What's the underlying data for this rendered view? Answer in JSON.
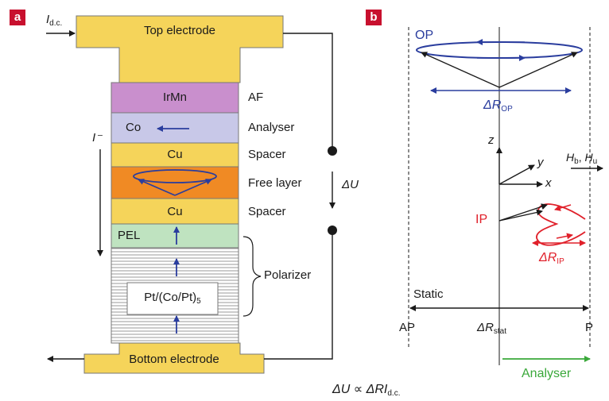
{
  "panel_a": {
    "label": "a",
    "current_label": "I",
    "current_sub": "d.c.",
    "minus_current_label": "I⁻",
    "layers": {
      "top_electrode": "Top electrode",
      "irmn": "IrMn",
      "analyser_co": "Co",
      "cu_upper": "Cu",
      "cu_lower": "Cu",
      "pel": "PEL",
      "polarizer_stack": "Pt/(Co/Pt)",
      "polarizer_sub": "5",
      "bottom_electrode": "Bottom electrode"
    },
    "side_labels": {
      "af": "AF",
      "analyser": "Analyser",
      "spacer_upper": "Spacer",
      "free_layer": "Free layer",
      "spacer_lower": "Spacer",
      "polarizer": "Polarizer"
    },
    "voltage_label": "ΔU",
    "colors": {
      "electrode": "#f5d45a",
      "irmn": "#c98fcd",
      "co": "#c8c8e8",
      "cu": "#f5d45a",
      "free_layer": "#f08a24",
      "pel": "#bfe3c0",
      "arrow_blue": "#2a3d9e"
    }
  },
  "panel_b": {
    "label": "b",
    "op_label": "OP",
    "delta_r_op": "ΔR",
    "delta_r_op_sub": "OP",
    "axes": {
      "z": "z",
      "y": "y",
      "x": "x"
    },
    "field_labels": {
      "hb": "H",
      "hb_sub": "b",
      "hu": "H",
      "hu_sub": "u"
    },
    "ip_label": "IP",
    "delta_r_ip": "ΔR",
    "delta_r_ip_sub": "IP",
    "static_label": "Static",
    "ap_label": "AP",
    "p_label": "P",
    "delta_r_stat": "ΔR",
    "delta_r_stat_sub": "stat",
    "analyser_label": "Analyser",
    "colors": {
      "op": "#2a3d9e",
      "ip": "#e0202a",
      "analyser": "#3aa83a"
    }
  },
  "equation": {
    "lhs": "ΔU",
    "prop": "∝",
    "rhs": "ΔRI",
    "rhs_sub": "d.c."
  }
}
